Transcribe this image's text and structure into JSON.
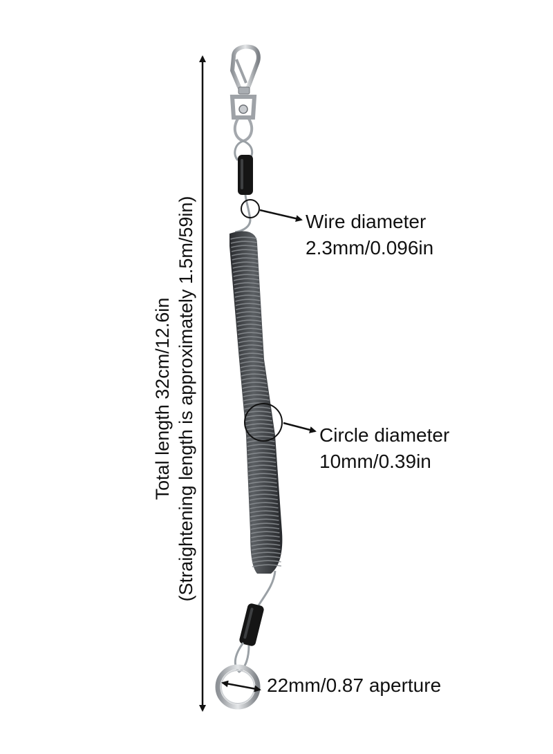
{
  "dimensions": {
    "total_length": "Total length 32cm/12.6in",
    "straightening": "(Straightening length is approximately 1.5m/59in)",
    "wire_title": "Wire diameter",
    "wire_value": "2.3mm/0.096in",
    "circle_title": "Circle diameter",
    "circle_value": "10mm/0.39in",
    "aperture": "22mm/0.87 aperture"
  },
  "colors": {
    "coil": "#3a3d40",
    "coil_highlight": "#7a7e82",
    "metal": "#b8bcc0",
    "sleeve": "#151515",
    "ink": "#111111"
  }
}
